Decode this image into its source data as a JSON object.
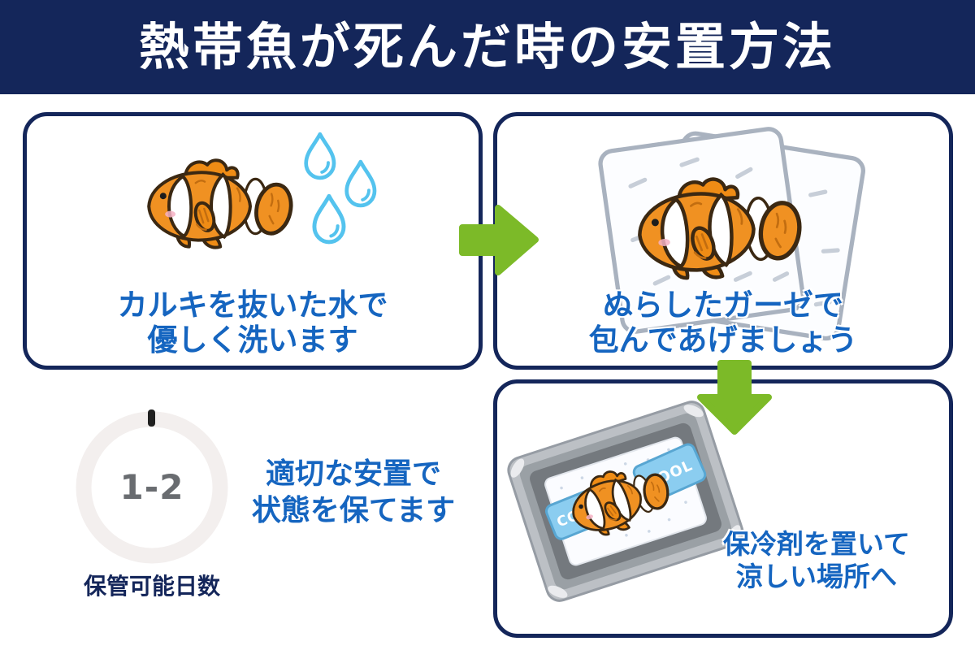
{
  "header": {
    "title": "熱帯魚が死んだ時の安置方法"
  },
  "steps": [
    {
      "caption_line1": "カルキを抜いた水で",
      "caption_line2": "優しく洗います",
      "illustration": "clownfish-washed-with-water-drops"
    },
    {
      "caption_line1": "ぬらしたガーゼで",
      "caption_line2": "包んであげましょう",
      "illustration": "clownfish-wrapped-in-wet-gauze"
    },
    {
      "caption_line1": "保冷剤を置いて",
      "caption_line2": "涼しい場所へ",
      "illustration": "clownfish-in-tray-with-ice-packs",
      "cool_pack_label": "COOL"
    }
  ],
  "gauge": {
    "value": "1-2",
    "label": "保管可能日数"
  },
  "note": {
    "line1": "適切な安置で",
    "line2": "状態を保てます"
  },
  "colors": {
    "header_navy": "#14265a",
    "caption_blue": "#1565c0",
    "arrow_green": "#7cba28",
    "gauge_ring": "#f3efee",
    "gauge_tick": "#202020",
    "gauge_value_gray": "#696c70"
  }
}
